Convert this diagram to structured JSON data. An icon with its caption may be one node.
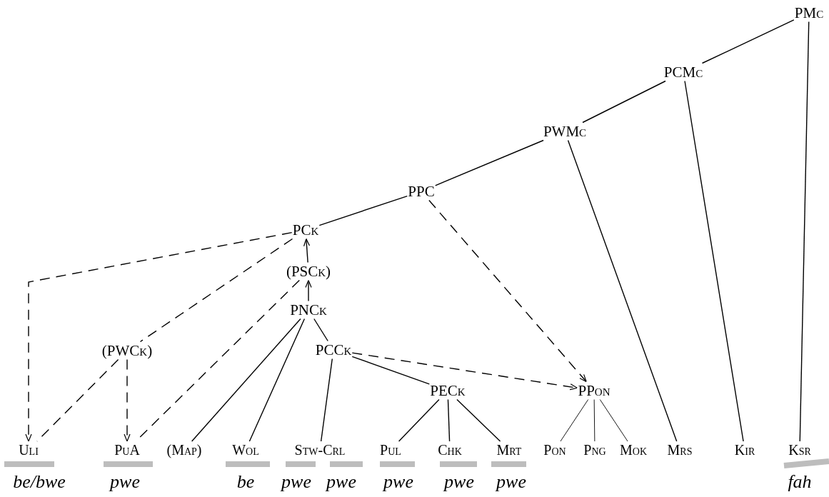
{
  "diagram": {
    "nodes": [
      {
        "text": [
          "PMc"
        ]
      },
      {
        "text": [
          "PCMc"
        ]
      },
      {
        "text": [
          "PWMc"
        ]
      },
      {
        "text": [
          "PPC"
        ]
      },
      {
        "text": [
          "PCk"
        ]
      },
      {
        "text": [
          "(PSCk)"
        ]
      },
      {
        "text": [
          "PNCk"
        ]
      },
      {
        "text": [
          "(PWCk)"
        ]
      },
      {
        "text": [
          "PCCk"
        ]
      },
      {
        "text": [
          "PECk"
        ]
      },
      {
        "text": [
          "PPon"
        ]
      },
      {
        "text": [
          "Uli"
        ]
      },
      {
        "text": [
          "PuA"
        ]
      },
      {
        "text": [
          "(Map)"
        ]
      },
      {
        "text": [
          "Wol"
        ]
      },
      {
        "text": [
          "Stw-Crl"
        ]
      },
      {
        "text": [
          "Pul"
        ]
      },
      {
        "text": [
          "Chk"
        ]
      },
      {
        "text": [
          "Mrt"
        ]
      },
      {
        "text": [
          "Pon"
        ]
      },
      {
        "text": [
          "Png"
        ]
      },
      {
        "text": [
          "Mok"
        ]
      },
      {
        "text": [
          "Mrs"
        ]
      },
      {
        "text": [
          "Kir"
        ]
      },
      {
        "text": [
          "Ksr"
        ]
      }
    ],
    "edges": [
      {
        "from": 0,
        "to": 1,
        "arrow": "none"
      },
      {
        "from": 0,
        "to": 24,
        "arrow": "none"
      },
      {
        "from": 1,
        "to": 2,
        "arrow": "none"
      },
      {
        "from": 1,
        "to": 23,
        "arrow": "none"
      },
      {
        "from": 2,
        "to": 3,
        "arrow": "none"
      },
      {
        "from": 2,
        "to": 22,
        "arrow": "none"
      },
      {
        "from": 3,
        "to": 4,
        "arrow": "none"
      },
      {
        "from": 3,
        "to": 10,
        "arrow": "to",
        "style": "dashed"
      },
      {
        "from": 4,
        "to": 11,
        "arrow": "to",
        "style": "dashed"
      },
      {
        "from": 4,
        "to": 7,
        "arrow": "none",
        "style": "dashed"
      },
      {
        "from": 7,
        "to": 11,
        "arrow": "none",
        "style": "dashed"
      },
      {
        "from": 7,
        "to": 12,
        "arrow": "to",
        "style": "dashed"
      },
      {
        "from": 5,
        "to": 12,
        "arrow": "none",
        "style": "dashed"
      },
      {
        "from": 5,
        "to": 4,
        "arrow": "to"
      },
      {
        "from": 6,
        "to": 5,
        "arrow": "to"
      },
      {
        "from": 6,
        "to": 13,
        "arrow": "none"
      },
      {
        "from": 6,
        "to": 14,
        "arrow": "none"
      },
      {
        "from": 6,
        "to": 8,
        "arrow": "none"
      },
      {
        "from": 8,
        "to": 15,
        "arrow": "none"
      },
      {
        "from": 8,
        "to": 9,
        "arrow": "none"
      },
      {
        "from": 8,
        "to": 10,
        "arrow": "to",
        "style": "dashed"
      },
      {
        "from": 9,
        "to": 16,
        "arrow": "none"
      },
      {
        "from": 9,
        "to": 17,
        "arrow": "none"
      },
      {
        "from": 9,
        "to": 18,
        "arrow": "none"
      },
      {
        "from": 10,
        "to": 19,
        "arrow": "none"
      },
      {
        "from": 10,
        "to": 20,
        "arrow": "none"
      },
      {
        "from": 10,
        "to": 21,
        "arrow": "none"
      }
    ],
    "labels": [
      "be/bwe",
      "pwe",
      "be",
      "pwe",
      "pwe",
      "pwe",
      "pwe",
      "pwe",
      "fah"
    ]
  }
}
